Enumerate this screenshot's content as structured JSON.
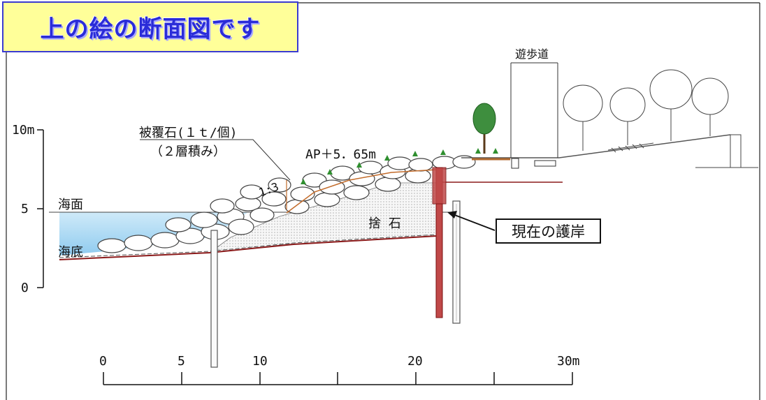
{
  "title": "上の絵の断面図です",
  "labels": {
    "armor_stone_line1": "被覆石(１ｔ/個)",
    "armor_stone_line2": "（２層積み）",
    "ap_level": "AP＋5．65m",
    "slope": "1:3",
    "sea_surface": "海面",
    "sea_bottom": "海底",
    "rubble": "捨 石",
    "promenade": "遊歩道",
    "current_seawall": "現在の護岸"
  },
  "vertical_scale": {
    "ticks": [
      "10m",
      "5",
      "0"
    ]
  },
  "horizontal_scale": {
    "ticks": [
      "0",
      "5",
      "10",
      "20",
      "30m"
    ]
  },
  "colors": {
    "title_text": "#2a2cd8",
    "title_bg": "#ffff99",
    "water": "#bfe3f7",
    "seawall": "#b03a3a",
    "stone_outline": "#444444",
    "vegetation": "#2f8f2f"
  }
}
